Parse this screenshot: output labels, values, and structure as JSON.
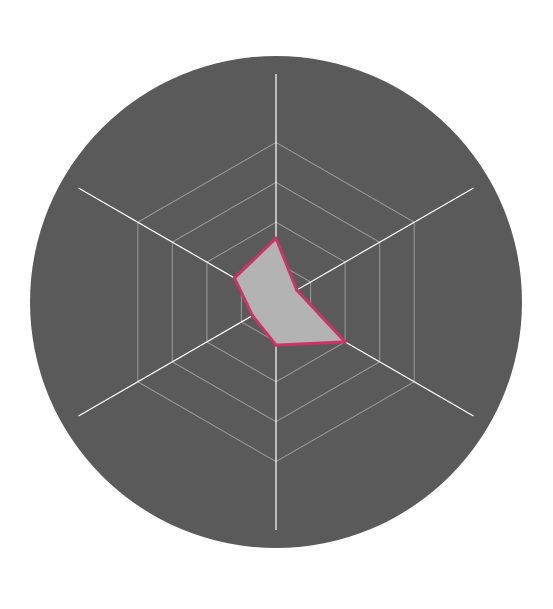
{
  "chart_data": {
    "type": "radar",
    "title": "",
    "categories": [
      "",
      "",
      "",
      "",
      "",
      ""
    ],
    "series": [
      {
        "values": [
          0.4,
          0.15,
          0.5,
          0.27,
          0.17,
          0.3
        ]
      }
    ],
    "rlim": [
      0,
      1
    ],
    "rings": 4,
    "grid": true,
    "legend": "none",
    "colors": {
      "background_disc": "#5a5a5a",
      "page_background": "#ffffff",
      "spoke": "#ffffff",
      "ring": "#9a9a9a",
      "series_fill": "#b3b3b3",
      "series_stroke": "#cc3366"
    }
  }
}
